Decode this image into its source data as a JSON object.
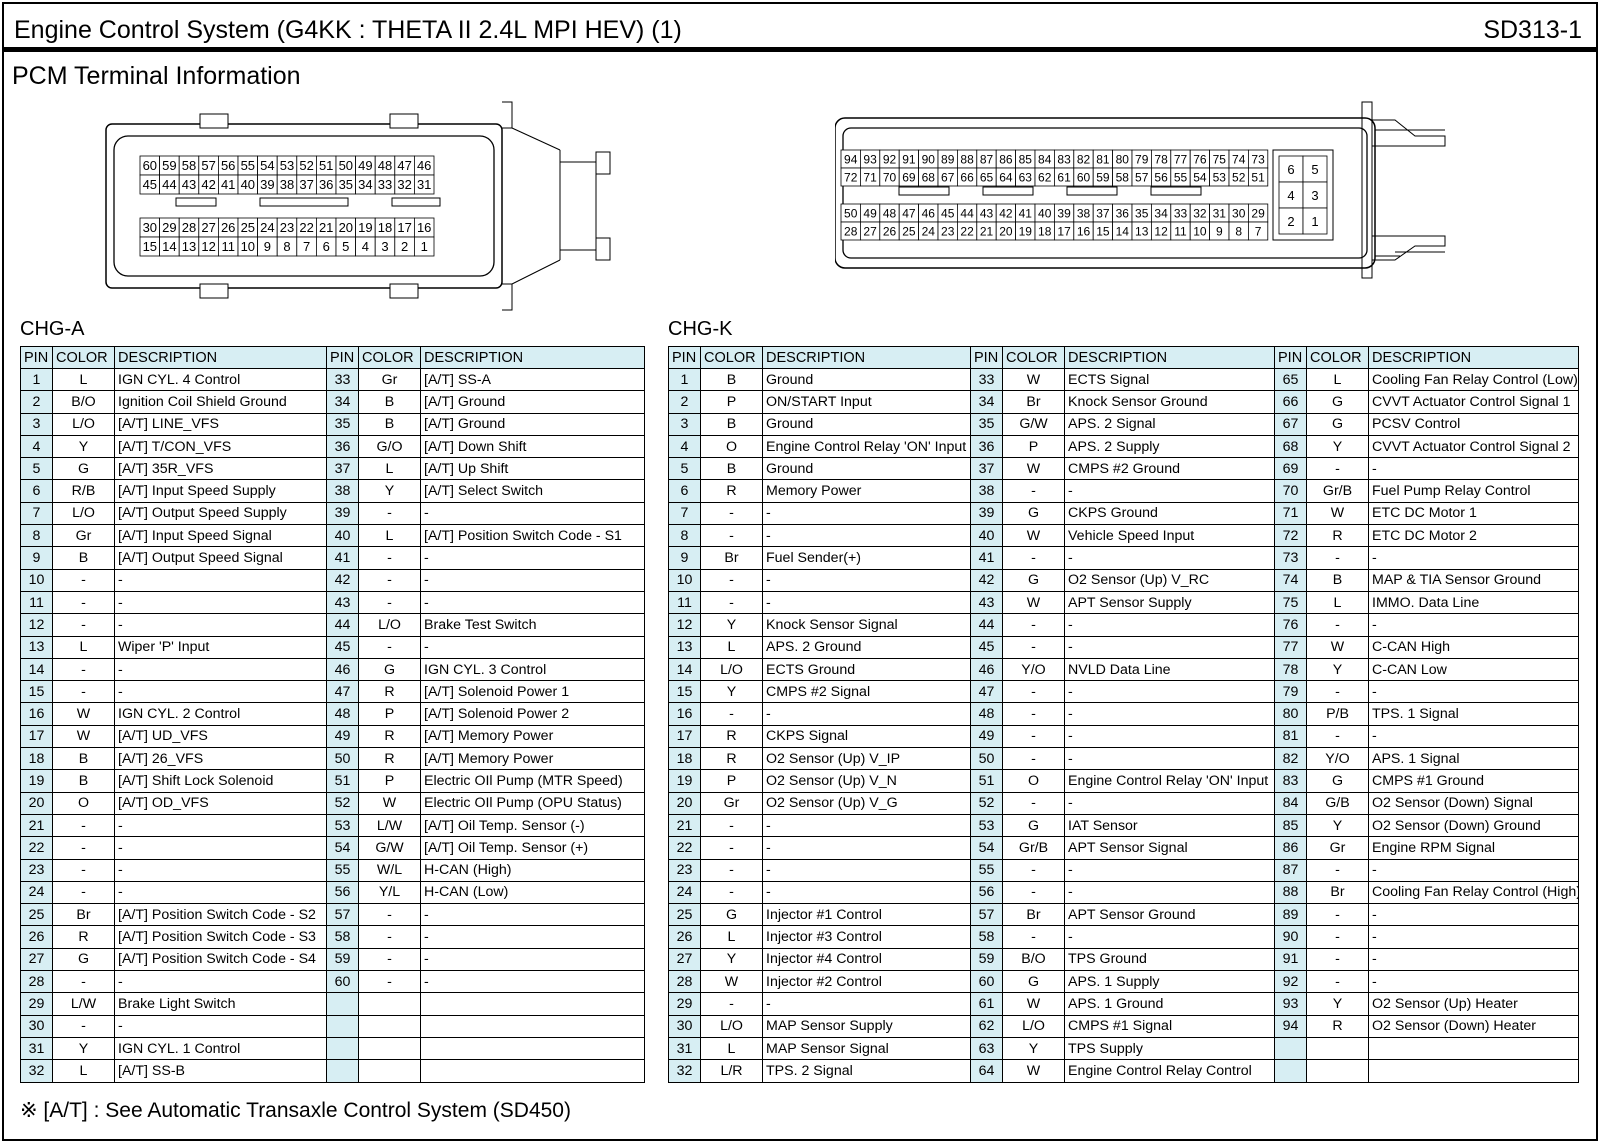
{
  "header": {
    "title": "Engine Control System (G4KK : THETA II 2.4L MPI HEV) (1)",
    "code": "SD313-1"
  },
  "section_title": "PCM Terminal Information",
  "connector_a": {
    "row1": [
      "60",
      "59",
      "58",
      "57",
      "56",
      "55",
      "54",
      "53",
      "52",
      "51",
      "50",
      "49",
      "48",
      "47",
      "46"
    ],
    "row2": [
      "45",
      "44",
      "43",
      "42",
      "41",
      "40",
      "39",
      "38",
      "37",
      "36",
      "35",
      "34",
      "33",
      "32",
      "31"
    ],
    "row3": [
      "30",
      "29",
      "28",
      "27",
      "26",
      "25",
      "24",
      "23",
      "22",
      "21",
      "20",
      "19",
      "18",
      "17",
      "16"
    ],
    "row4": [
      "15",
      "14",
      "13",
      "12",
      "11",
      "10",
      "9",
      "8",
      "7",
      "6",
      "5",
      "4",
      "3",
      "2",
      "1"
    ]
  },
  "connector_k": {
    "row1": [
      "94",
      "93",
      "92",
      "91",
      "90",
      "89",
      "88",
      "87",
      "86",
      "85",
      "84",
      "83",
      "82",
      "81",
      "80",
      "79",
      "78",
      "77",
      "76",
      "75",
      "74",
      "73"
    ],
    "row2": [
      "72",
      "71",
      "70",
      "69",
      "68",
      "67",
      "66",
      "65",
      "64",
      "63",
      "62",
      "61",
      "60",
      "59",
      "58",
      "57",
      "56",
      "55",
      "54",
      "53",
      "52",
      "51"
    ],
    "row3": [
      "50",
      "49",
      "48",
      "47",
      "46",
      "45",
      "44",
      "43",
      "42",
      "41",
      "40",
      "39",
      "38",
      "37",
      "36",
      "35",
      "34",
      "33",
      "32",
      "31",
      "30",
      "29"
    ],
    "row4": [
      "28",
      "27",
      "26",
      "25",
      "24",
      "23",
      "22",
      "21",
      "20",
      "19",
      "18",
      "17",
      "16",
      "15",
      "14",
      "13",
      "12",
      "11",
      "10",
      "9",
      "8",
      "7"
    ],
    "side": [
      [
        "6",
        "5"
      ],
      [
        "4",
        "3"
      ],
      [
        "2",
        "1"
      ]
    ]
  },
  "table_headers": {
    "pin": "PIN",
    "color": "COLOR",
    "desc": "DESCRIPTION"
  },
  "chg_a": {
    "label": "CHG-A",
    "left": [
      [
        "1",
        "L",
        "IGN CYL. 4 Control"
      ],
      [
        "2",
        "B/O",
        "Ignition Coil Shield Ground"
      ],
      [
        "3",
        "L/O",
        "[A/T] LINE_VFS"
      ],
      [
        "4",
        "Y",
        "[A/T] T/CON_VFS"
      ],
      [
        "5",
        "G",
        "[A/T] 35R_VFS"
      ],
      [
        "6",
        "R/B",
        "[A/T] Input Speed Supply"
      ],
      [
        "7",
        "L/O",
        "[A/T] Output Speed Supply"
      ],
      [
        "8",
        "Gr",
        "[A/T] Input Speed Signal"
      ],
      [
        "9",
        "B",
        "[A/T] Output Speed Signal"
      ],
      [
        "10",
        "-",
        "-"
      ],
      [
        "11",
        "-",
        "-"
      ],
      [
        "12",
        "-",
        "-"
      ],
      [
        "13",
        "L",
        "Wiper 'P' Input"
      ],
      [
        "14",
        "-",
        "-"
      ],
      [
        "15",
        "-",
        "-"
      ],
      [
        "16",
        "W",
        "IGN CYL. 2 Control"
      ],
      [
        "17",
        "W",
        "[A/T] UD_VFS"
      ],
      [
        "18",
        "B",
        "[A/T] 26_VFS"
      ],
      [
        "19",
        "B",
        "[A/T] Shift Lock Solenoid"
      ],
      [
        "20",
        "O",
        "[A/T] OD_VFS"
      ],
      [
        "21",
        "-",
        "-"
      ],
      [
        "22",
        "-",
        "-"
      ],
      [
        "23",
        "-",
        "-"
      ],
      [
        "24",
        "-",
        "-"
      ],
      [
        "25",
        "Br",
        "[A/T] Position Switch Code - S2"
      ],
      [
        "26",
        "R",
        "[A/T] Position Switch Code - S3"
      ],
      [
        "27",
        "G",
        "[A/T] Position Switch Code - S4"
      ],
      [
        "28",
        "-",
        "-"
      ],
      [
        "29",
        "L/W",
        "Brake Light Switch"
      ],
      [
        "30",
        "-",
        "-"
      ],
      [
        "31",
        "Y",
        "IGN CYL. 1 Control"
      ],
      [
        "32",
        "L",
        "[A/T] SS-B"
      ]
    ],
    "right": [
      [
        "33",
        "Gr",
        "[A/T]  SS-A"
      ],
      [
        "34",
        "B",
        "[A/T] Ground"
      ],
      [
        "35",
        "B",
        "[A/T] Ground"
      ],
      [
        "36",
        "G/O",
        "[A/T] Down Shift"
      ],
      [
        "37",
        "L",
        "[A/T] Up Shift"
      ],
      [
        "38",
        "Y",
        "[A/T] Select Switch"
      ],
      [
        "39",
        "-",
        "-"
      ],
      [
        "40",
        "L",
        "[A/T] Position Switch Code - S1"
      ],
      [
        "41",
        "-",
        "-"
      ],
      [
        "42",
        "-",
        "-"
      ],
      [
        "43",
        "-",
        "-"
      ],
      [
        "44",
        "L/O",
        "Brake Test Switch"
      ],
      [
        "45",
        "-",
        "-"
      ],
      [
        "46",
        "G",
        "IGN CYL. 3 Control"
      ],
      [
        "47",
        "R",
        "[A/T] Solenoid Power 1"
      ],
      [
        "48",
        "P",
        "[A/T] Solenoid Power 2"
      ],
      [
        "49",
        "R",
        "[A/T] Memory Power"
      ],
      [
        "50",
        "R",
        "[A/T] Memory Power"
      ],
      [
        "51",
        "P",
        "Electric OIl Pump (MTR Speed)"
      ],
      [
        "52",
        "W",
        "Electric OIl Pump (OPU Status)"
      ],
      [
        "53",
        "L/W",
        "[A/T] Oil Temp. Sensor (-)"
      ],
      [
        "54",
        "G/W",
        "[A/T] Oil Temp. Sensor (+)"
      ],
      [
        "55",
        "W/L",
        "H-CAN (High)"
      ],
      [
        "56",
        "Y/L",
        "H-CAN (Low)"
      ],
      [
        "57",
        "-",
        "-"
      ],
      [
        "58",
        "-",
        "-"
      ],
      [
        "59",
        "-",
        "-"
      ],
      [
        "60",
        "-",
        "-"
      ]
    ]
  },
  "chg_k": {
    "label": "CHG-K",
    "col1": [
      [
        "1",
        "B",
        "Ground"
      ],
      [
        "2",
        "P",
        "ON/START Input"
      ],
      [
        "3",
        "B",
        "Ground"
      ],
      [
        "4",
        "O",
        "Engine Control Relay 'ON' Input"
      ],
      [
        "5",
        "B",
        "Ground"
      ],
      [
        "6",
        "R",
        "Memory Power"
      ],
      [
        "7",
        "-",
        "-"
      ],
      [
        "8",
        "-",
        "-"
      ],
      [
        "9",
        "Br",
        "Fuel Sender(+)"
      ],
      [
        "10",
        "-",
        "-"
      ],
      [
        "11",
        "-",
        "-"
      ],
      [
        "12",
        "Y",
        "Knock Sensor Signal"
      ],
      [
        "13",
        "L",
        "APS. 2 Ground"
      ],
      [
        "14",
        "L/O",
        "ECTS Ground"
      ],
      [
        "15",
        "Y",
        "CMPS #2 Signal"
      ],
      [
        "16",
        "-",
        "-"
      ],
      [
        "17",
        "R",
        "CKPS Signal"
      ],
      [
        "18",
        "R",
        "O2 Sensor (Up)  V_IP"
      ],
      [
        "19",
        "P",
        "O2 Sensor (Up)  V_N"
      ],
      [
        "20",
        "Gr",
        "O2 Sensor (Up)  V_G"
      ],
      [
        "21",
        "-",
        "-"
      ],
      [
        "22",
        "-",
        "-"
      ],
      [
        "23",
        "-",
        "-"
      ],
      [
        "24",
        "-",
        "-"
      ],
      [
        "25",
        "G",
        "Injector #1 Control"
      ],
      [
        "26",
        "L",
        "Injector #3 Control"
      ],
      [
        "27",
        "Y",
        "Injector #4 Control"
      ],
      [
        "28",
        "W",
        "Injector #2 Control"
      ],
      [
        "29",
        "-",
        "-"
      ],
      [
        "30",
        "L/O",
        "MAP Sensor Supply"
      ],
      [
        "31",
        "L",
        "MAP Sensor Signal"
      ],
      [
        "32",
        "L/R",
        "TPS. 2 Signal"
      ]
    ],
    "col2": [
      [
        "33",
        "W",
        "ECTS Signal"
      ],
      [
        "34",
        "Br",
        "Knock Sensor Ground"
      ],
      [
        "35",
        "G/W",
        "APS. 2 Signal"
      ],
      [
        "36",
        "P",
        "APS. 2 Supply"
      ],
      [
        "37",
        "W",
        "CMPS #2 Ground"
      ],
      [
        "38",
        "-",
        "-"
      ],
      [
        "39",
        "G",
        "CKPS Ground"
      ],
      [
        "40",
        "W",
        "Vehicle Speed Input"
      ],
      [
        "41",
        "-",
        "-"
      ],
      [
        "42",
        "G",
        "O2 Sensor (Up)  V_RC"
      ],
      [
        "43",
        "W",
        "APT Sensor Supply"
      ],
      [
        "44",
        "-",
        "-"
      ],
      [
        "45",
        "-",
        "-"
      ],
      [
        "46",
        "Y/O",
        "NVLD Data Line"
      ],
      [
        "47",
        "-",
        "-"
      ],
      [
        "48",
        "-",
        "-"
      ],
      [
        "49",
        "-",
        "-"
      ],
      [
        "50",
        "-",
        "-"
      ],
      [
        "51",
        "O",
        "Engine Control Relay 'ON' Input"
      ],
      [
        "52",
        "-",
        "-"
      ],
      [
        "53",
        "G",
        "IAT Sensor"
      ],
      [
        "54",
        "Gr/B",
        "APT Sensor Signal"
      ],
      [
        "55",
        "-",
        "-"
      ],
      [
        "56",
        "-",
        "-"
      ],
      [
        "57",
        "Br",
        "APT Sensor Ground"
      ],
      [
        "58",
        "-",
        "-"
      ],
      [
        "59",
        "B/O",
        "TPS Ground"
      ],
      [
        "60",
        "G",
        "APS. 1 Supply"
      ],
      [
        "61",
        "W",
        "APS. 1 Ground"
      ],
      [
        "62",
        "L/O",
        "CMPS #1 Signal"
      ],
      [
        "63",
        "Y",
        "TPS Supply"
      ],
      [
        "64",
        "W",
        "Engine Control Relay Control"
      ]
    ],
    "col3": [
      [
        "65",
        "L",
        "Cooling Fan Relay Control (Low)"
      ],
      [
        "66",
        "G",
        "CVVT Actuator Control Signal 1"
      ],
      [
        "67",
        "G",
        "PCSV Control"
      ],
      [
        "68",
        "Y",
        "CVVT Actuator Control Signal 2"
      ],
      [
        "69",
        "-",
        "-"
      ],
      [
        "70",
        "Gr/B",
        "Fuel Pump Relay Control"
      ],
      [
        "71",
        "W",
        "ETC DC Motor 1"
      ],
      [
        "72",
        "R",
        "ETC DC Motor 2"
      ],
      [
        "73",
        "-",
        "-"
      ],
      [
        "74",
        "B",
        "MAP & TIA Sensor Ground"
      ],
      [
        "75",
        "L",
        "IMMO. Data Line"
      ],
      [
        "76",
        "-",
        "-"
      ],
      [
        "77",
        "W",
        "C-CAN High"
      ],
      [
        "78",
        "Y",
        "C-CAN Low"
      ],
      [
        "79",
        "-",
        "-"
      ],
      [
        "80",
        "P/B",
        "TPS. 1 Signal"
      ],
      [
        "81",
        "-",
        "-"
      ],
      [
        "82",
        "Y/O",
        "APS. 1 Signal"
      ],
      [
        "83",
        "G",
        "CMPS #1 Ground"
      ],
      [
        "84",
        "G/B",
        "O2 Sensor (Down) Signal"
      ],
      [
        "85",
        "Y",
        "O2 Sensor (Down) Ground"
      ],
      [
        "86",
        "Gr",
        "Engine RPM Signal"
      ],
      [
        "87",
        "-",
        "-"
      ],
      [
        "88",
        "Br",
        "Cooling Fan Relay Control (High)"
      ],
      [
        "89",
        "-",
        "-"
      ],
      [
        "90",
        "-",
        "-"
      ],
      [
        "91",
        "-",
        "-"
      ],
      [
        "92",
        "-",
        "-"
      ],
      [
        "93",
        "Y",
        "O2 Sensor (Up) Heater"
      ],
      [
        "94",
        "R",
        "O2 Sensor (Down) Heater"
      ]
    ]
  },
  "footnote": "※ [A/T] : See Automatic Transaxle Control System (SD450)"
}
